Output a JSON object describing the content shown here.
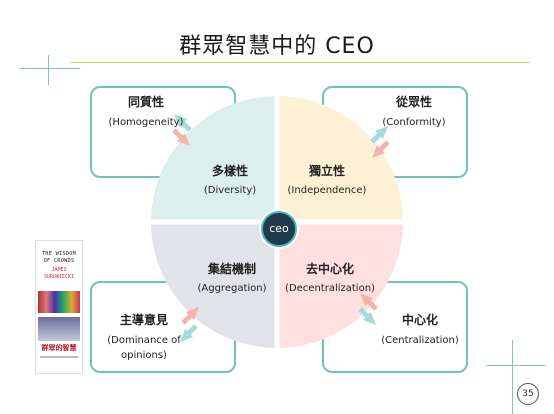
{
  "title": "群眾智慧中的 CEO",
  "colors": {
    "diversity": "#dcefed",
    "independence": "#fdf1d5",
    "aggregation": "#e2e3e8",
    "decentralization": "#fde0df",
    "box_border": "#6fc2bd",
    "arrow_teal": "#a6dcd8",
    "arrow_pink": "#f4b4ae"
  },
  "center_badge": "ceo",
  "quadrants": [
    {
      "zh": "多樣性",
      "en": "(Diversity)"
    },
    {
      "zh": "獨立性",
      "en": "(Independence)"
    },
    {
      "zh": "集結機制",
      "en": "(Aggregation)"
    },
    {
      "zh": "去中心化",
      "en": "(Decentralization)"
    }
  ],
  "boxes": [
    {
      "zh": "同質性",
      "en": "(Homogeneity)"
    },
    {
      "zh": "從眾性",
      "en": "(Conformity)"
    },
    {
      "zh": "主導意見",
      "en_line1": "(Dominance of",
      "en_line2": "opinions)"
    },
    {
      "zh": "中心化",
      "en": "(Centralization)"
    }
  ],
  "book": {
    "title_line1": "THE WISDOM",
    "title_line2": "OF CROWDS",
    "author_line1": "JAMES",
    "author_line2": "SUROWIECKI",
    "chinese_title": "群眾的智慧"
  },
  "page_number": "35"
}
